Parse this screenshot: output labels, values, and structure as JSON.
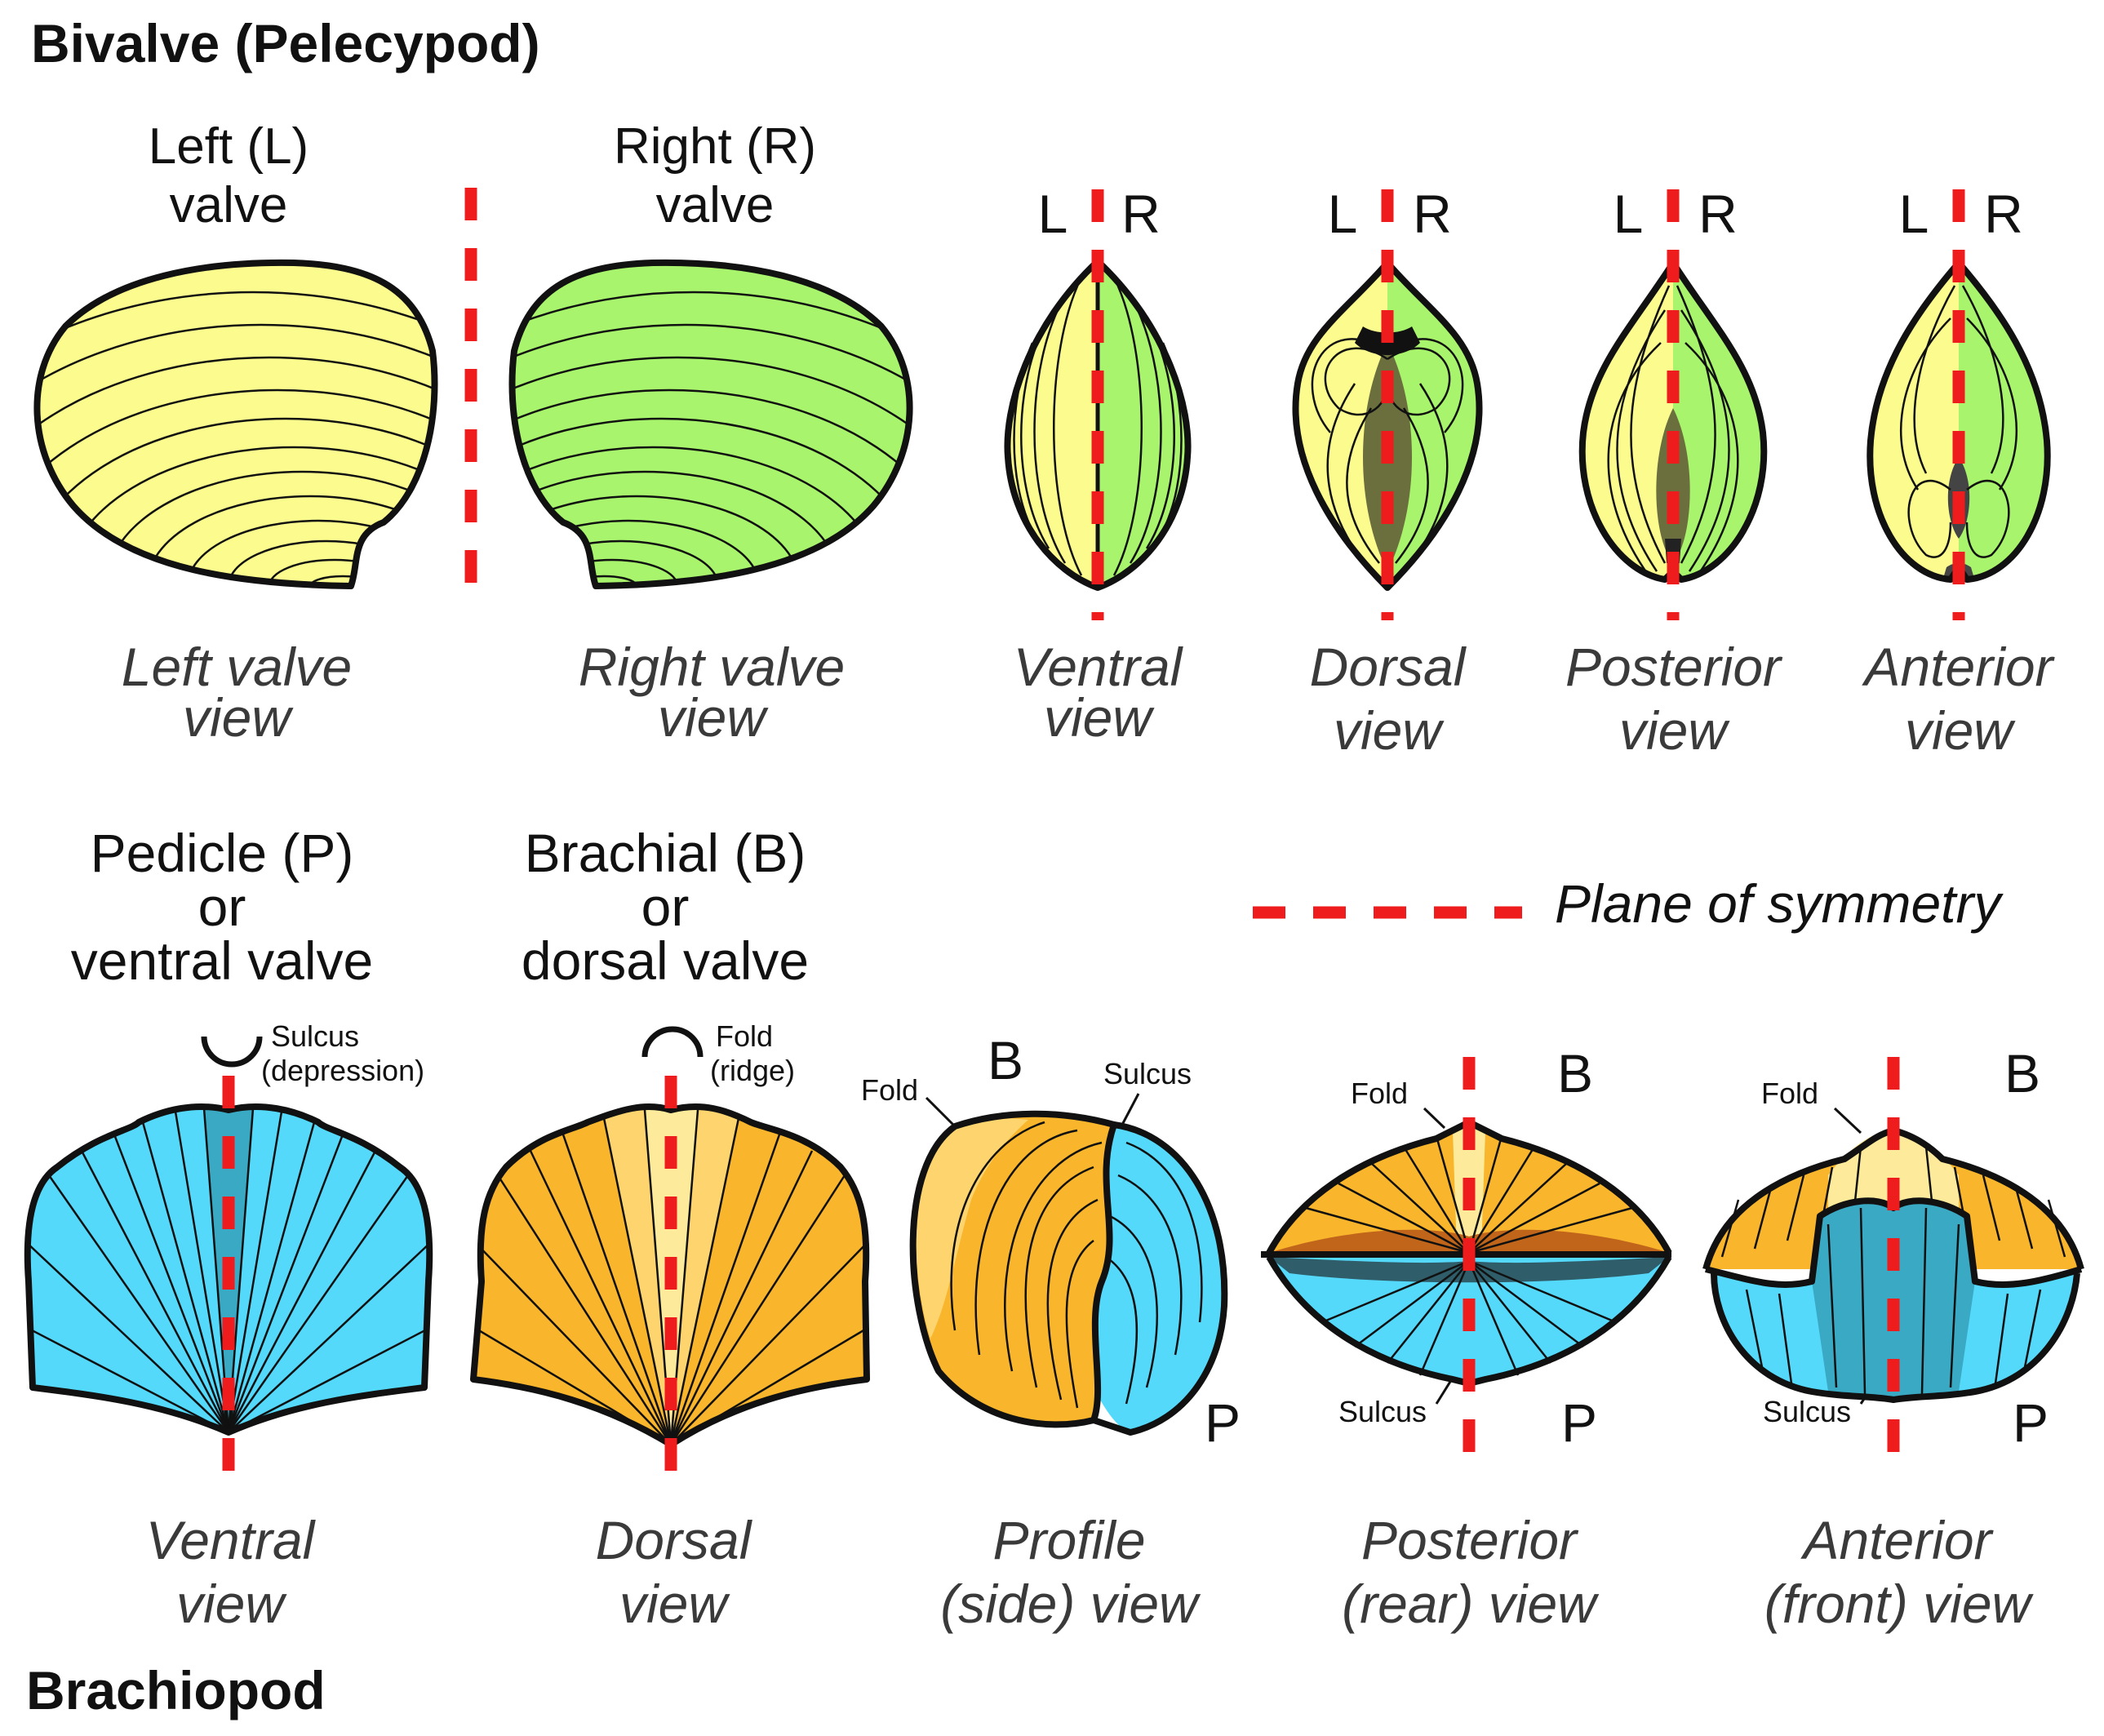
{
  "sections": {
    "bivalve": "Bivalve (Pelecypod)",
    "brachiopod": "Brachiopod"
  },
  "bivalve": {
    "left_valve": {
      "line1": "Left (L)",
      "line2": "valve"
    },
    "right_valve": {
      "line1": "Right (R)",
      "line2": "valve"
    },
    "side_letters": {
      "left": "L",
      "right": "R"
    },
    "captions": [
      {
        "line1": "Left valve",
        "line2": "view"
      },
      {
        "line1": "Right valve",
        "line2": "view"
      },
      {
        "line1": "Ventral",
        "line2": "view"
      },
      {
        "line1": "Dorsal",
        "line2": "view"
      },
      {
        "line1": "Posterior",
        "line2": "view"
      },
      {
        "line1": "Anterior",
        "line2": "view"
      }
    ]
  },
  "brachiopod": {
    "pedicle_valve": {
      "line1": "Pedicle (P)",
      "line2": "or",
      "line3": "ventral valve"
    },
    "brachial_valve": {
      "line1": "Brachial (B)",
      "line2": "or",
      "line3": "dorsal valve"
    },
    "sulcus_note": {
      "line1": "Sulcus",
      "line2": "(depression)"
    },
    "fold_note": {
      "line1": "Fold",
      "line2": "(ridge)"
    },
    "fold": "Fold",
    "sulcus": "Sulcus",
    "letter_b": "B",
    "letter_p": "P",
    "captions": [
      {
        "line1": "Ventral",
        "line2": "view"
      },
      {
        "line1": "Dorsal",
        "line2": "view"
      },
      {
        "line1": "Profile",
        "line2": "(side) view"
      },
      {
        "line1": "Posterior",
        "line2": "(rear) view"
      },
      {
        "line1": "Anterior",
        "line2": "(front) view"
      }
    ]
  },
  "legend": {
    "label": "Plane of symmetry"
  },
  "colors": {
    "left_valve_yellow": "#fcfc8e",
    "right_valve_green": "#a8f46c",
    "pedicle_blue": "#55d9fb",
    "pedicle_sulcus_blue": "#3aa9c4",
    "brachial_orange": "#f9b52c",
    "brachial_fold_light": "#fdeb9b",
    "symmetry_red": "#ee1c1c"
  }
}
